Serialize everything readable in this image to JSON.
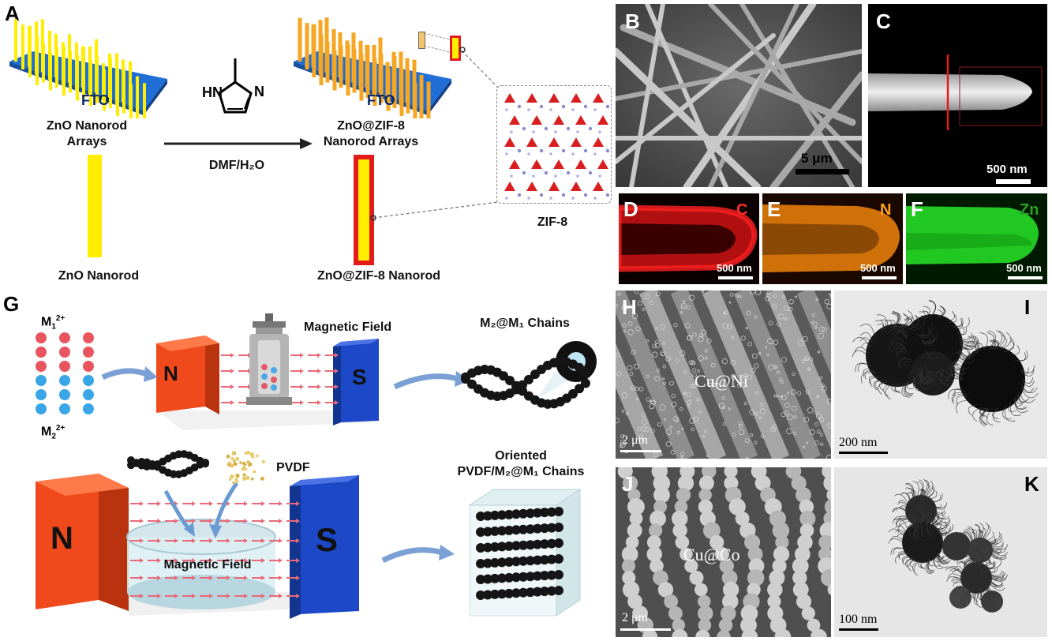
{
  "panels": {
    "A": {
      "label": "A",
      "zno_arrays": "ZnO Nanorod\nArrays",
      "fto1": "FTO",
      "fto2": "FTO",
      "reagent_nh": "HN",
      "reagent_n": "N",
      "solvent": "DMF/H₂O",
      "zif_arrays": "ZnO@ZIF-8\nNanorod Arrays",
      "zno_rod": "ZnO Nanorod",
      "zif_rod": "ZnO@ZIF-8 Nanorod",
      "zif8": "ZIF-8"
    },
    "B": {
      "label": "B",
      "scale": "5 μm"
    },
    "C": {
      "label": "C",
      "scale": "500 nm"
    },
    "D": {
      "label": "D",
      "element": "C",
      "scale": "500 nm"
    },
    "E": {
      "label": "E",
      "element": "N",
      "scale": "500 nm"
    },
    "F": {
      "label": "F",
      "element": "Zn",
      "scale": "500 nm"
    },
    "G": {
      "label": "G",
      "m1": "M",
      "m1_sub": "1",
      "m1_sup": "2+",
      "m2": "M",
      "m2_sub": "2",
      "m2_sup": "2+",
      "magnet_n": "N",
      "magnet_s": "S",
      "magnetic_field_top": "Magnetic Field",
      "chains": "M₂@M₁ Chains",
      "pvdf": "PVDF",
      "magnetic_field_bottom": "Magnetic Field",
      "oriented_line1": "Oriented",
      "oriented_line2": "PVDF/M₂@M₁ Chains"
    },
    "H": {
      "label": "H",
      "material": "Cu@Ni",
      "scale": "2 μm"
    },
    "I": {
      "label": "I",
      "scale": "200 nm"
    },
    "J": {
      "label": "J",
      "material": "Cu@Co",
      "scale": "2 μm"
    },
    "K": {
      "label": "K",
      "scale": "100 nm"
    }
  },
  "colors": {
    "fto_blue": "#1f6fd6",
    "zno_yellow": "#ffee00",
    "zif_orange": "#f5a623",
    "shell_red": "#e31b1b",
    "magnet_red": "#f04a1c",
    "magnet_blue": "#1d49c8",
    "map_c": "#e01515",
    "map_n": "#f08a10",
    "map_zn": "#22d422"
  }
}
